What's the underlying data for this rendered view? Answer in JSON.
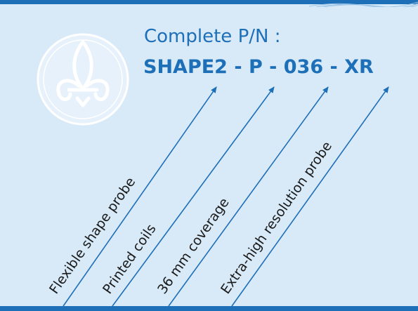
{
  "header": {
    "title": "Complete P/N :",
    "part_number": "SHAPE2 - P - 036 - XR"
  },
  "logo": {
    "icon": "fleur-de-lis-icon"
  },
  "callouts": [
    {
      "label": "Flexible shape probe"
    },
    {
      "label": "Printed coils"
    },
    {
      "label": "36 mm coverage"
    },
    {
      "label": "Extra-high resolution probe"
    }
  ],
  "colors": {
    "accent": "#1d6fb8",
    "background": "#d8eaf8",
    "text": "#1a1a1a"
  }
}
